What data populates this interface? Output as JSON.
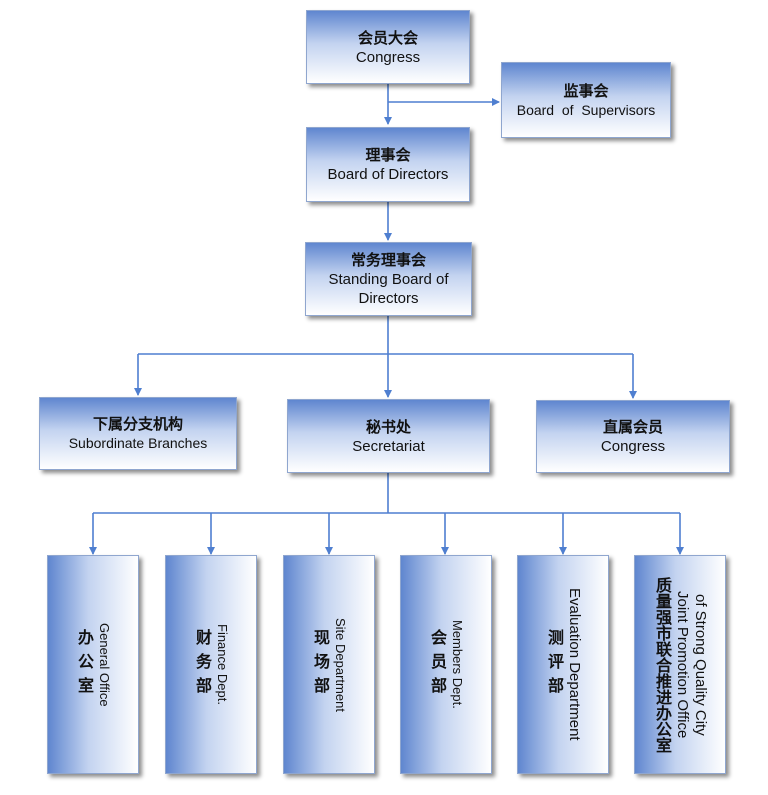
{
  "nodes": {
    "congress": {
      "zh": "会员大会",
      "en": "Congress"
    },
    "supervisors": {
      "zh": "监事会",
      "en": "Board  of  Supervisors"
    },
    "directors": {
      "zh": "理事会",
      "en": "Board of Directors"
    },
    "standing": {
      "zh": "常务理事会",
      "en1": "Standing Board of",
      "en2": "Directors"
    },
    "branches": {
      "zh": "下属分支机构",
      "en": "Subordinate Branches"
    },
    "secretariat": {
      "zh": "秘书处",
      "en": "Secretariat"
    },
    "direct_members": {
      "zh": "直属会员",
      "en": "Congress"
    }
  },
  "departments": [
    {
      "zh": "办公室",
      "en": "General Office"
    },
    {
      "zh": "财务部",
      "en": "Finance Dept."
    },
    {
      "zh": "现场部",
      "en": "Site Department"
    },
    {
      "zh": "会员部",
      "en": "Members Dept."
    },
    {
      "zh": "测评部",
      "en": "Evaluation Department"
    },
    {
      "zh": "质量强市联合推进办公室",
      "en1": "Joint Promotion Office",
      "en2": "of Strong Quality City"
    }
  ],
  "colors": {
    "line": "#4f7fd0",
    "box_top": "#5f86cf",
    "box_bottom": "#ffffff"
  }
}
